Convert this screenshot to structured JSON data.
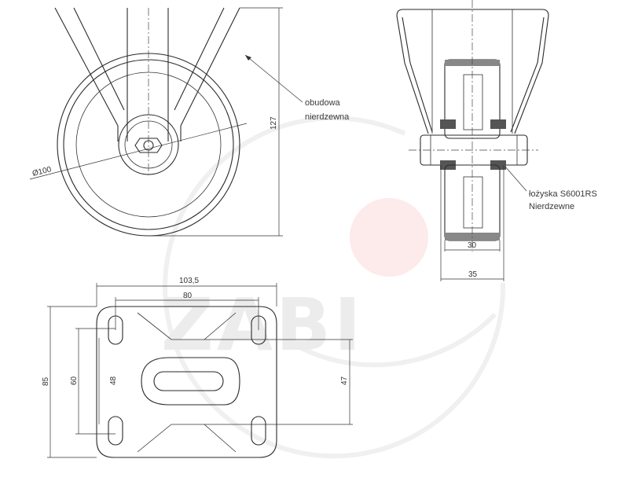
{
  "watermark": {
    "text": "ZABI",
    "color": "#fde8e8"
  },
  "side_view": {
    "dims": {
      "wheel_diameter": "Ø100",
      "height": "127"
    },
    "callout": {
      "line1": "obudowa",
      "line2": "nierdzewna"
    }
  },
  "front_view": {
    "dims": {
      "tread_width": "30",
      "hub_width": "35"
    },
    "callout": {
      "line1": "łożyska S6001RS",
      "line2": "Nierdzewne"
    }
  },
  "plate_view": {
    "dims": {
      "plate_width": "103,5",
      "hole_spacing_x": "80",
      "plate_length": "85",
      "hole_spacing_y_outer": "60",
      "hole_spacing_y_inner": "48",
      "slot_offset": "47"
    }
  }
}
